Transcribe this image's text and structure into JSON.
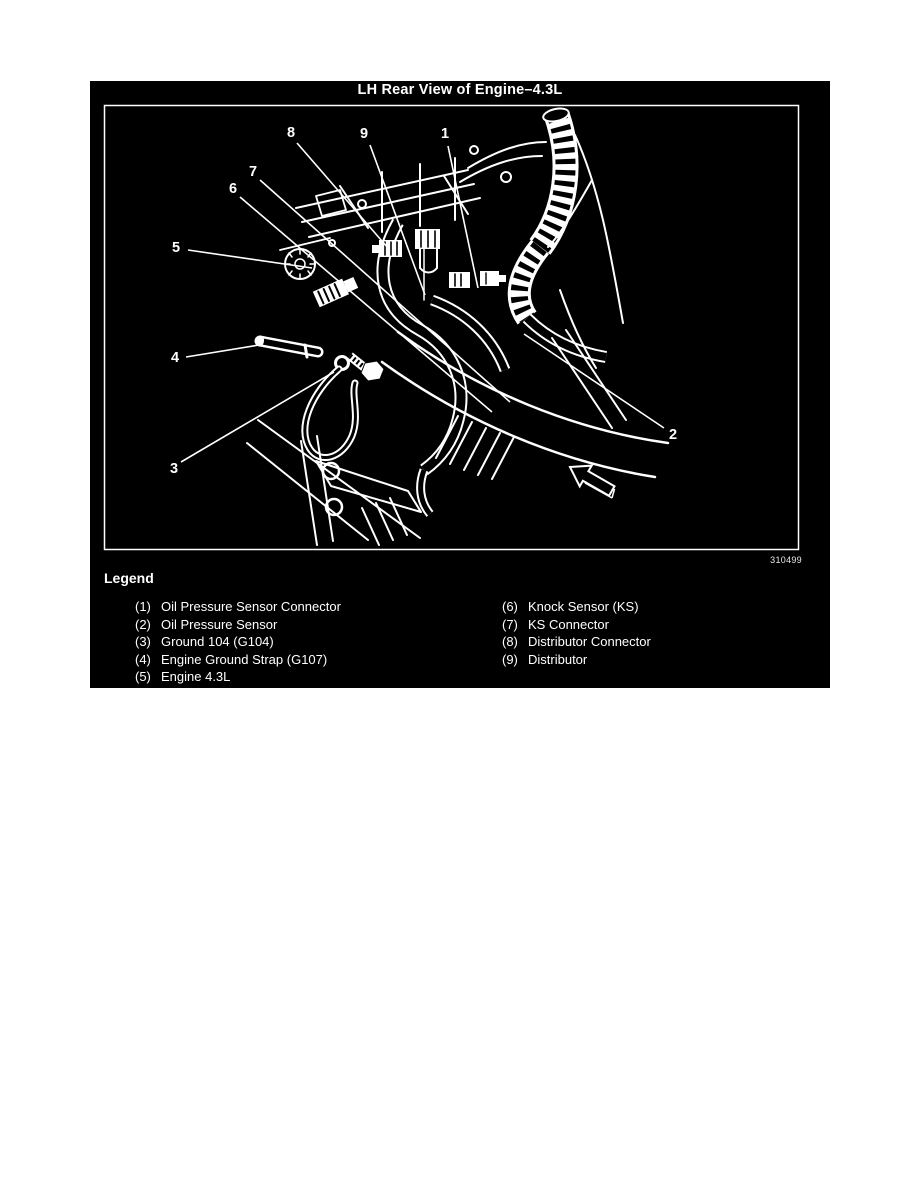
{
  "document": {
    "title": "LH Rear View of Engine–4.3L",
    "figure_number": "310499"
  },
  "legend": {
    "heading": "Legend",
    "column1": [
      {
        "num": "(1)",
        "label": "Oil Pressure Sensor Connector"
      },
      {
        "num": "(2)",
        "label": "Oil Pressure Sensor"
      },
      {
        "num": "(3)",
        "label": "Ground 104 (G104)"
      },
      {
        "num": "(4)",
        "label": "Engine Ground Strap (G107)"
      },
      {
        "num": "(5)",
        "label": "Engine 4.3L"
      }
    ],
    "column2": [
      {
        "num": "(6)",
        "label": "Knock Sensor (KS)"
      },
      {
        "num": "(7)",
        "label": "KS Connector"
      },
      {
        "num": "(8)",
        "label": "Distributor Connector"
      },
      {
        "num": "(9)",
        "label": "Distributor"
      }
    ]
  },
  "callouts": [
    {
      "num": "1"
    },
    {
      "num": "2"
    },
    {
      "num": "3"
    },
    {
      "num": "4"
    },
    {
      "num": "5"
    },
    {
      "num": "6"
    },
    {
      "num": "7"
    },
    {
      "num": "8"
    },
    {
      "num": "9"
    }
  ],
  "icons": {
    "direction_arrow": "northwest-outline-arrow"
  },
  "colors": {
    "panel_bg": "#000000",
    "line_art": "#ffffff",
    "page_bg": "#ffffff"
  }
}
